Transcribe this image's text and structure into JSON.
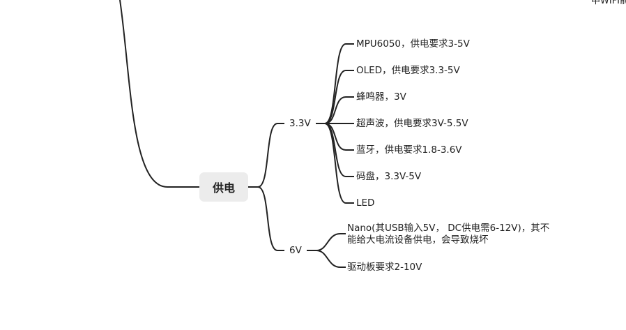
{
  "root": {
    "label": "供电"
  },
  "branches": [
    {
      "label": "3.3V",
      "children": [
        "MPU6050，供电要求3-5V",
        "OLED，供电要求3.3-5V",
        "蜂鸣器，3V",
        "超声波，供电要求3V-5.5V",
        "蓝牙，供电要求1.8-3.6V",
        "码盘，3.3V-5V",
        "LED"
      ]
    },
    {
      "label": "6V",
      "children": [
        "Nano(其USB输入5V， DC供电需6-12V)，其不能给大电流设备供电，会导致烧坏",
        "驱动板要求2-10V"
      ]
    }
  ],
  "cut_text": "中WIFI前",
  "colors": {
    "line": "#222222",
    "root_bg": "#ececec"
  }
}
